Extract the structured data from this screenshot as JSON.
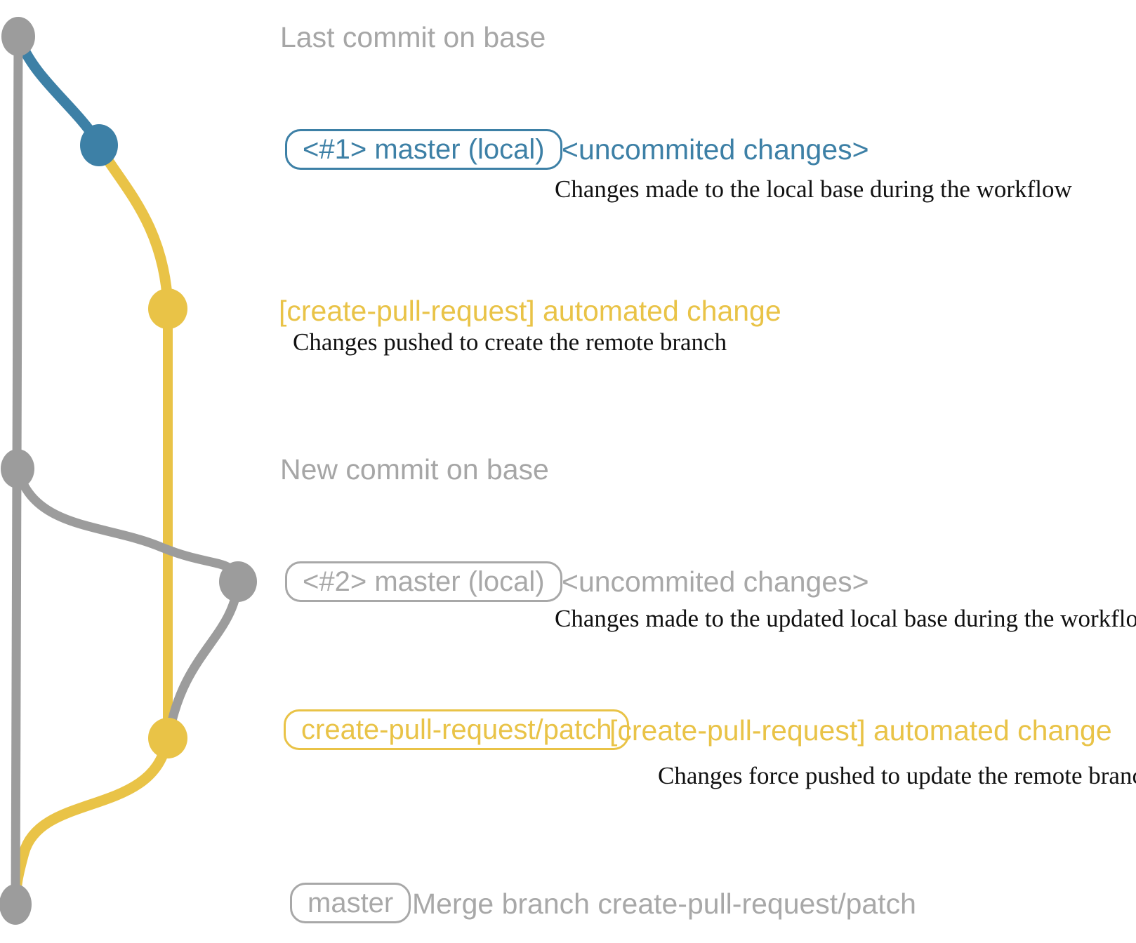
{
  "diagram": {
    "title_context": "git branch graph",
    "colors": {
      "branch_blue": "#3d80a6",
      "branch_yellow": "#e9c347",
      "branch_gray": "#9c9c9c",
      "label_gray": "#a6a6a6",
      "description_black": "#111111"
    },
    "rows": {
      "r1": {
        "label": "Last commit on base"
      },
      "r2": {
        "badge": "<#1> master (local)",
        "annotation": "<uncommited changes>",
        "description": "Changes made to the local base during the workflow"
      },
      "r3": {
        "annotation": "[create-pull-request] automated change",
        "description": "Changes pushed to create the remote branch"
      },
      "r4": {
        "label": "New commit on base"
      },
      "r5": {
        "badge": "<#2> master (local)",
        "annotation": "<uncommited changes>",
        "description": "Changes made to the updated local base during the workflow"
      },
      "r6": {
        "badge": "create-pull-request/patch",
        "annotation": "[create-pull-request] automated change",
        "description": "Changes force pushed to update the remote branch"
      },
      "r7": {
        "badge": "master",
        "annotation": "Merge branch create-pull-request/patch"
      }
    },
    "nodes": [
      "last-commit-on-base",
      "local-master-1-commit",
      "create-pull-request-patch-commit-1",
      "new-commit-on-base",
      "local-master-2-commit",
      "create-pull-request-patch-commit-2",
      "merge-commit-on-master"
    ]
  }
}
